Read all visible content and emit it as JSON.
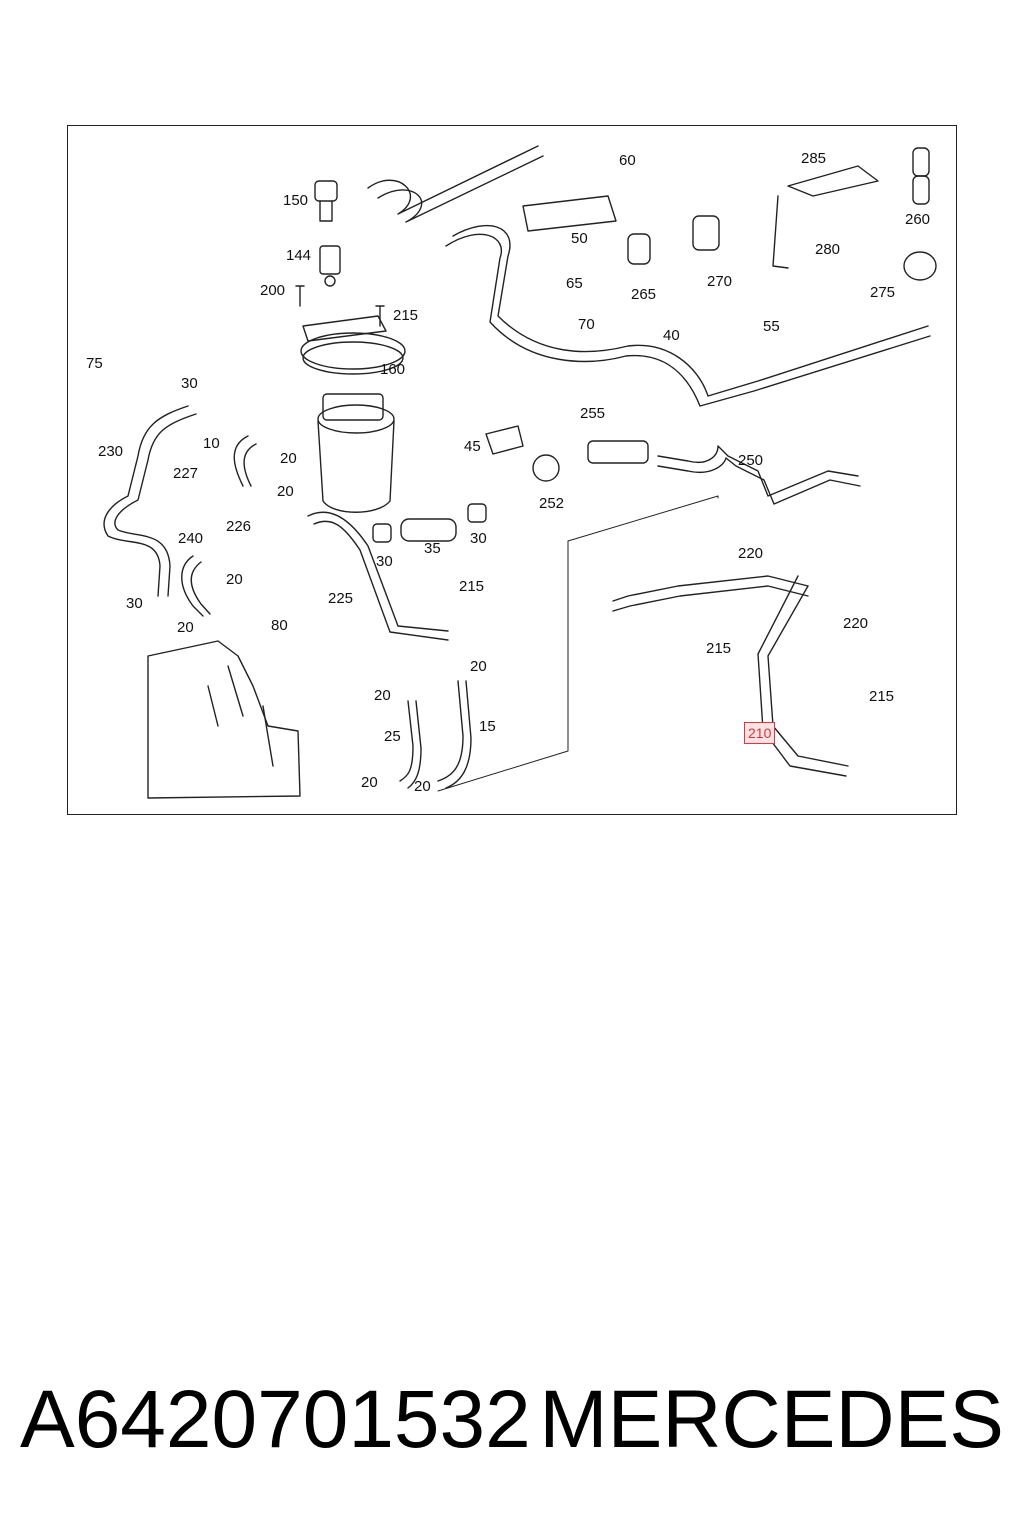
{
  "diagram": {
    "callouts": [
      "150",
      "144",
      "200",
      "215",
      "160",
      "60",
      "285",
      "260",
      "50",
      "65",
      "265",
      "270",
      "280",
      "275",
      "70",
      "40",
      "55",
      "75",
      "30",
      "10",
      "20",
      "230",
      "227",
      "226",
      "240",
      "45",
      "255",
      "252",
      "250",
      "35",
      "220",
      "225",
      "80",
      "15",
      "25",
      "210"
    ],
    "highlighted_part": "210"
  },
  "footer": {
    "part_number": "A6420701532",
    "brand": "MERCEDES"
  }
}
